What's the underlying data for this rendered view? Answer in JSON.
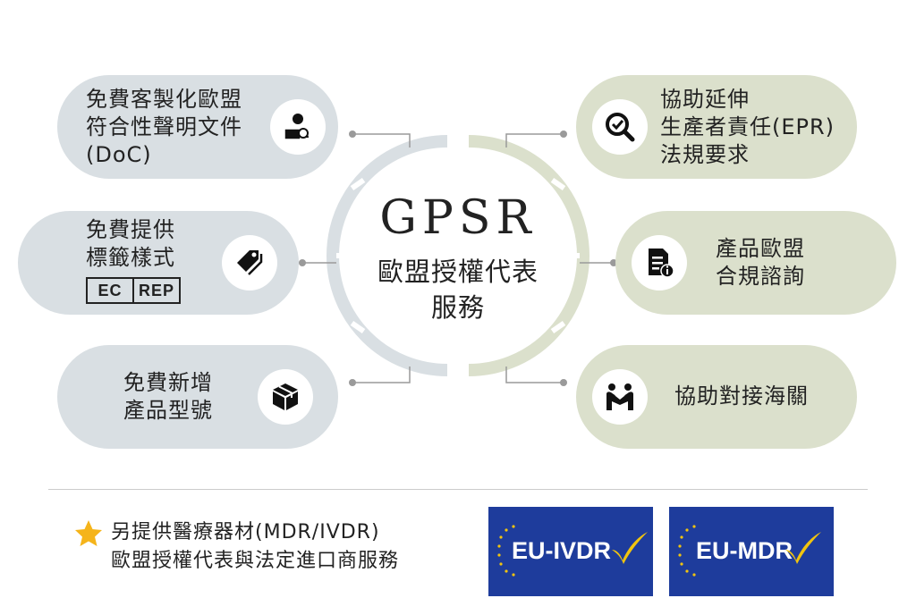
{
  "center": {
    "title": "GPSR",
    "subtitle_line1": "歐盟授權代表",
    "subtitle_line2": "服務"
  },
  "left_items": [
    {
      "lines": [
        "免費客製化歐盟",
        "符合性聲明文件",
        "(DoC)"
      ],
      "icon": "person-laptop-icon"
    },
    {
      "lines": [
        "免費提供",
        "標籤樣式"
      ],
      "icon": "tags-icon",
      "label_box": {
        "left": "EC",
        "right": "REP"
      }
    },
    {
      "lines": [
        "免費新增",
        "產品型號"
      ],
      "icon": "box-icon"
    }
  ],
  "right_items": [
    {
      "lines": [
        "協助延伸",
        "生產者責任(EPR)",
        "法規要求"
      ],
      "icon": "magnifier-check-icon"
    },
    {
      "lines": [
        "產品歐盟",
        "合規諮詢"
      ],
      "icon": "document-info-icon"
    },
    {
      "lines": [
        "協助對接海關"
      ],
      "icon": "handshake-people-icon"
    }
  ],
  "note": {
    "line1": "另提供醫療器材(MDR/IVDR)",
    "line2": "歐盟授權代表與法定進口商服務",
    "icon": "star-icon"
  },
  "badges": [
    {
      "label": "EU-IVDR"
    },
    {
      "label": "EU-MDR"
    }
  ],
  "colors": {
    "left_pill": "#d9dfe3",
    "right_pill": "#dbe0cc",
    "badge_bg": "#1e3c9c",
    "star": "#f5b41a",
    "check": "#f1c40f"
  }
}
